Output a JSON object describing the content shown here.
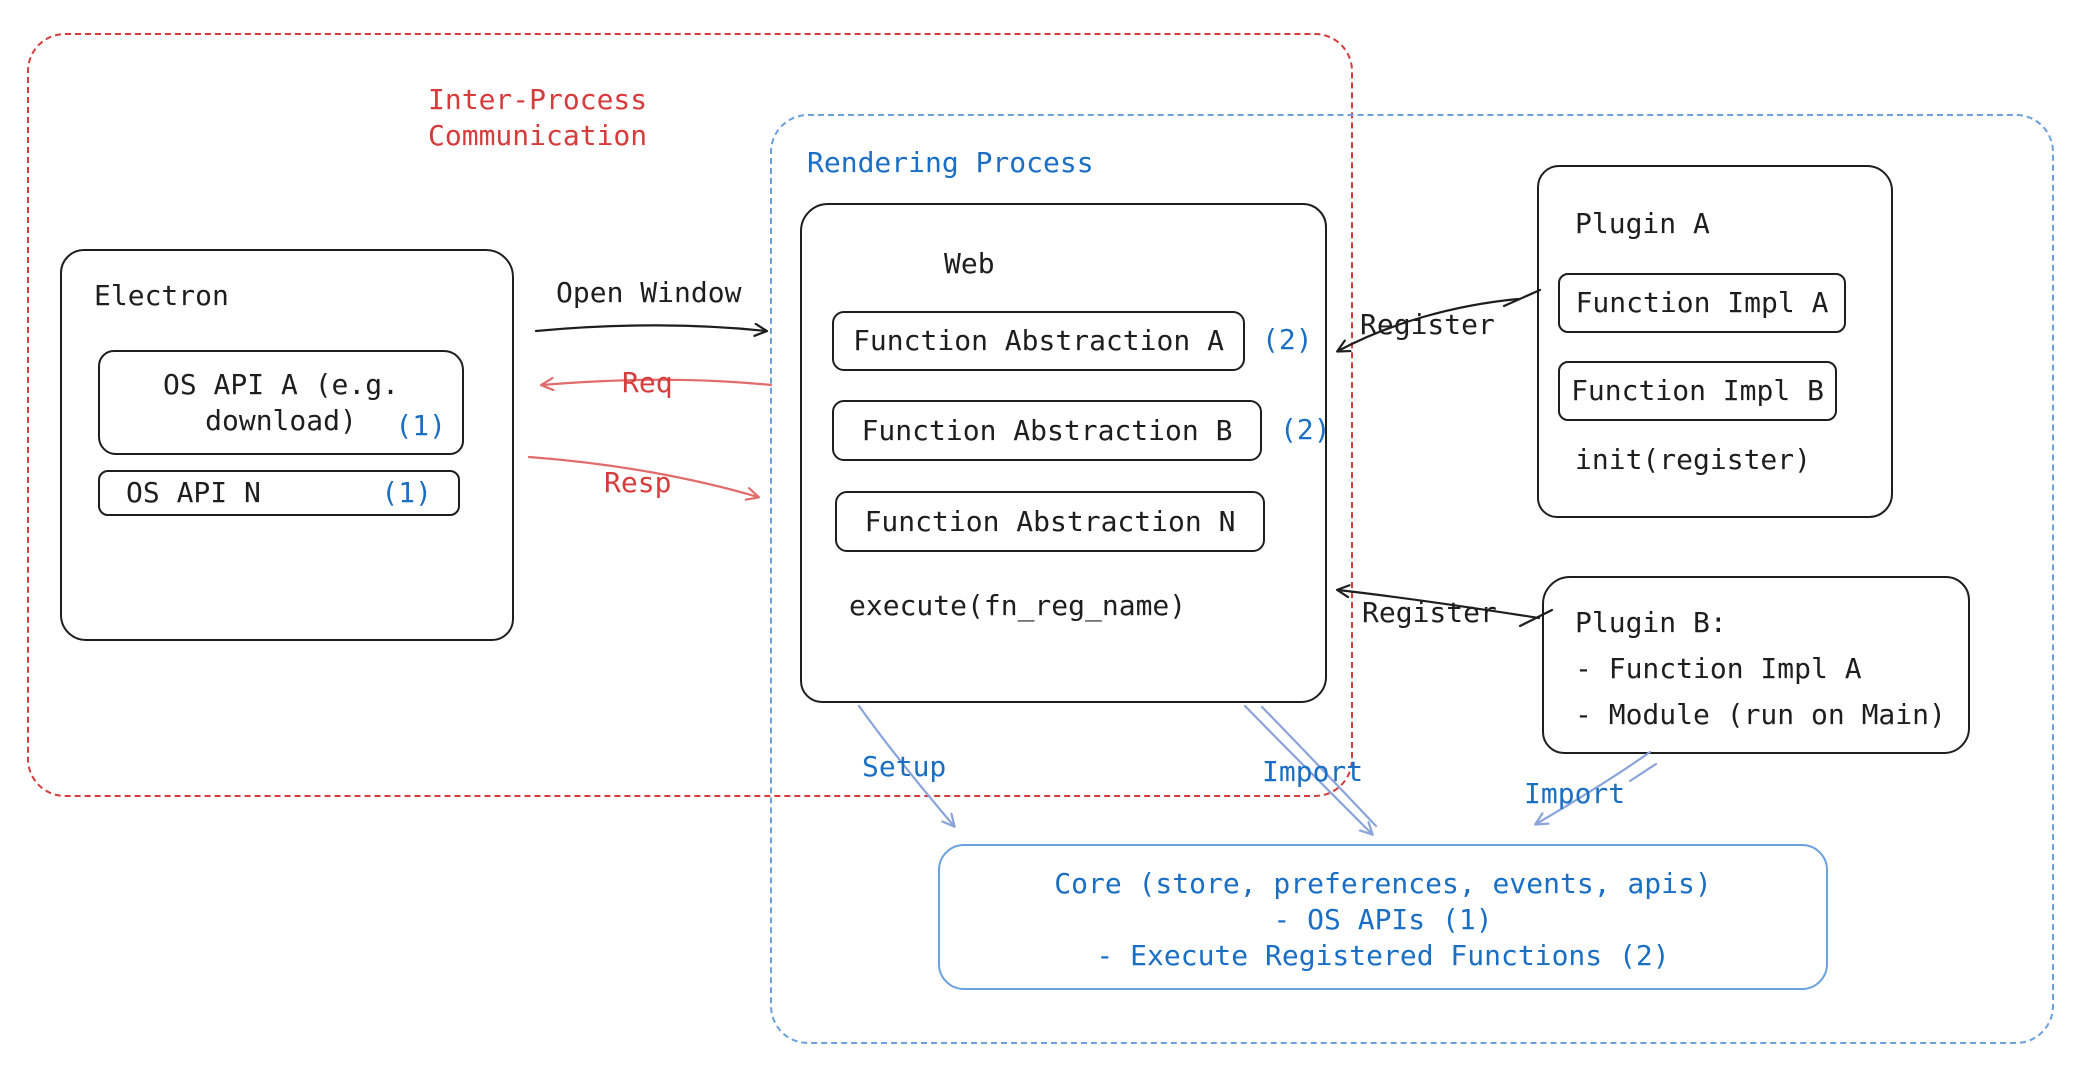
{
  "colors": {
    "ink": "#1e1e1e",
    "red": "#d63c3c",
    "red_soft": "#e06c6c",
    "blue": "#1a6fc4",
    "blue_soft": "#8aa4da",
    "blue_border": "#6ba1dc"
  },
  "groups": {
    "ipc": {
      "label": "Inter-Process\nCommunication"
    },
    "rendering": {
      "label": "Rendering Process"
    }
  },
  "electron": {
    "title": "Electron",
    "os_api_a": {
      "label": "OS API A (e.g.\ndownload)",
      "badge": "(1)"
    },
    "os_api_n": {
      "label": "OS API N",
      "badge": "(1)"
    }
  },
  "web": {
    "title": "Web",
    "fn_a": {
      "label": "Function Abstraction A",
      "badge": "(2)"
    },
    "fn_b": {
      "label": "Function Abstraction B",
      "badge": "(2)"
    },
    "fn_n": {
      "label": "Function Abstraction N"
    },
    "execute": "execute(fn_reg_name)"
  },
  "plugin_a": {
    "title": "Plugin A",
    "impl_a": "Function Impl A",
    "impl_b": "Function Impl B",
    "init": "init(register)"
  },
  "plugin_b": {
    "title": "Plugin B:",
    "item_1": "- Function Impl A",
    "item_2": "- Module (run on Main)"
  },
  "core": {
    "line_1": "Core (store, preferences, events, apis)",
    "line_2": "- OS APIs (1)",
    "line_3": "- Execute Registered Functions (2)"
  },
  "arrows": {
    "open_window": "Open Window",
    "req": "Req",
    "resp": "Resp",
    "register_a": "Register",
    "register_b": "Register",
    "setup": "Setup",
    "import_web": "Import",
    "import_plugin": "Import"
  }
}
